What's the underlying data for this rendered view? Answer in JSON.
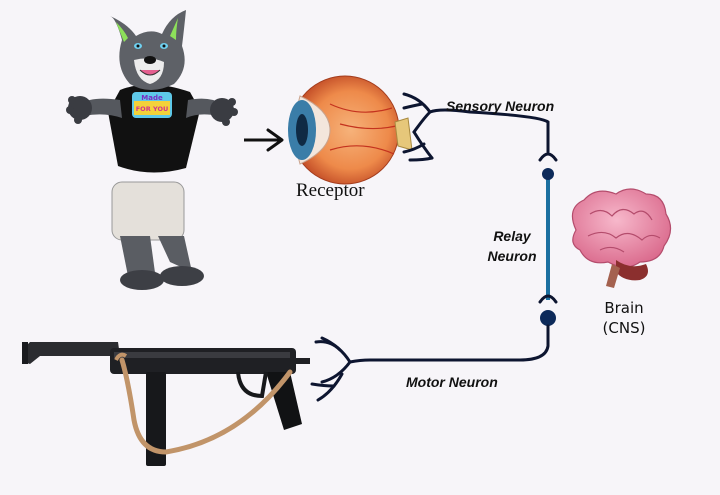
{
  "labels": {
    "receptor": "Receptor",
    "sensory_neuron": "Sensory Neuron",
    "relay_line1": "Relay",
    "relay_line2": "Neuron",
    "motor_neuron": "Motor Neuron",
    "brain_line1": "Brain",
    "brain_line2": "(CNS)"
  },
  "shirt_text": {
    "line1": "Made",
    "line2": "FOR YOU"
  },
  "colors": {
    "background": "#f7f5f9",
    "neuron_line": "#0d1530",
    "relay_line": "#1b6fa0",
    "node": "#0d2a5a",
    "iris": "#e0731e",
    "brain": "#e98aa8"
  },
  "icons": [
    "wolf-mascot-image",
    "eye-icon",
    "brain-icon",
    "submachine-gun-image",
    "arrow-right-icon"
  ]
}
